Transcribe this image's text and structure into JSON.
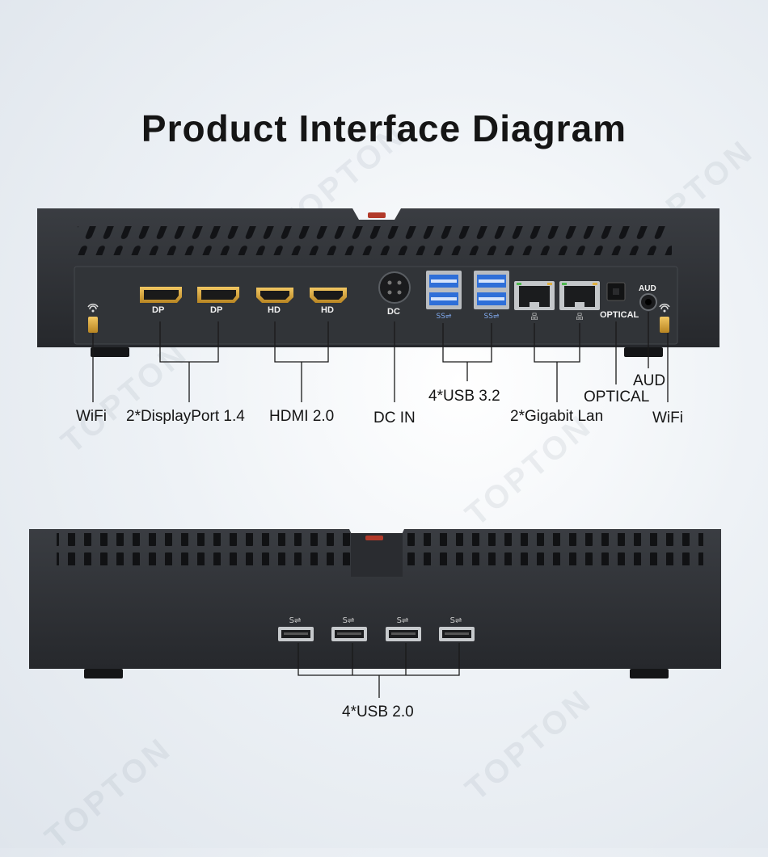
{
  "title": "Product Interface Diagram",
  "watermark": "TOPTON",
  "port_labels": {
    "dp": "DP",
    "hd": "HD",
    "dc": "DC",
    "optical": "OPTICAL",
    "aud": "AUD"
  },
  "callouts": {
    "wifi_left": "WiFi",
    "displayport": "2*DisplayPort 1.4",
    "hdmi": "HDMI 2.0",
    "dc_in": "DC IN",
    "usb32": "4*USB 3.2",
    "gigabit_lan": "2*Gigabit Lan",
    "optical": "OPTICAL",
    "aud": "AUD",
    "wifi_right": "WiFi",
    "usb20": "4*USB 2.0"
  },
  "colors": {
    "chassis": "#2b2e32",
    "panel": "#323539",
    "gold": "#d9a43a",
    "usb_blue": "#2f6fd8",
    "line": "#1a1a1a"
  }
}
